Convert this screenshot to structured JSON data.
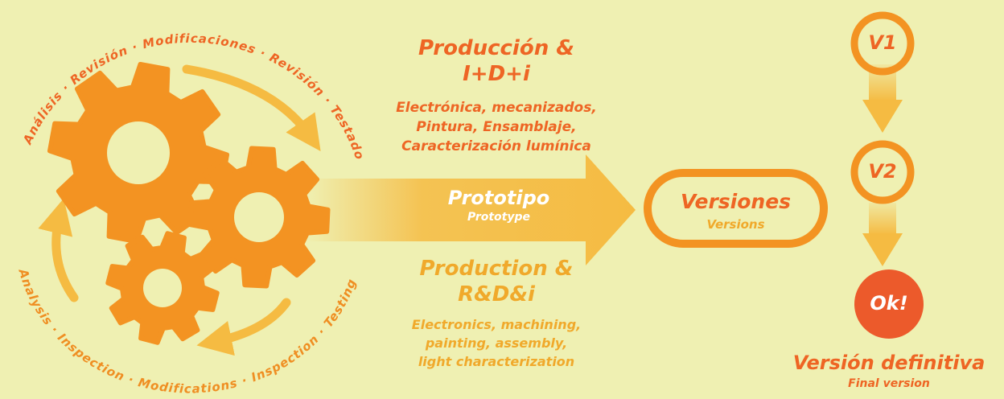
{
  "cycle": {
    "top_arc_text": "Análisis · Revisión · Modificaciones · Revisión · Testado",
    "bottom_arc_text": "Analysis · Inspection · Modifications · Inspection · Testing"
  },
  "production_es": {
    "title_line1": "Producción &",
    "title_line2": "I+D+i",
    "detail_line1": "Electrónica, mecanizados,",
    "detail_line2": "Pintura, Ensamblaje,",
    "detail_line3": "Caracterización lumínica"
  },
  "prototype": {
    "label": "Prototipo",
    "sublabel": "Prototype"
  },
  "production_en": {
    "title_line1": "Production &",
    "title_line2": "R&D&i",
    "detail_line1": "Electronics, machining,",
    "detail_line2": "painting, assembly,",
    "detail_line3": "light characterization"
  },
  "versions": {
    "label": "Versiones",
    "sublabel": "Versions"
  },
  "version_chain": {
    "v1": "V1",
    "v2": "V2",
    "ok": "Ok!",
    "final_label": "Versión definitiva",
    "final_sublabel": "Final version"
  },
  "colors": {
    "background": "#eff0b2",
    "gear": "#f39322",
    "arrow": "#f5bb42",
    "accent_red": "#ee6524",
    "ok_circle": "#ec5a2b"
  }
}
